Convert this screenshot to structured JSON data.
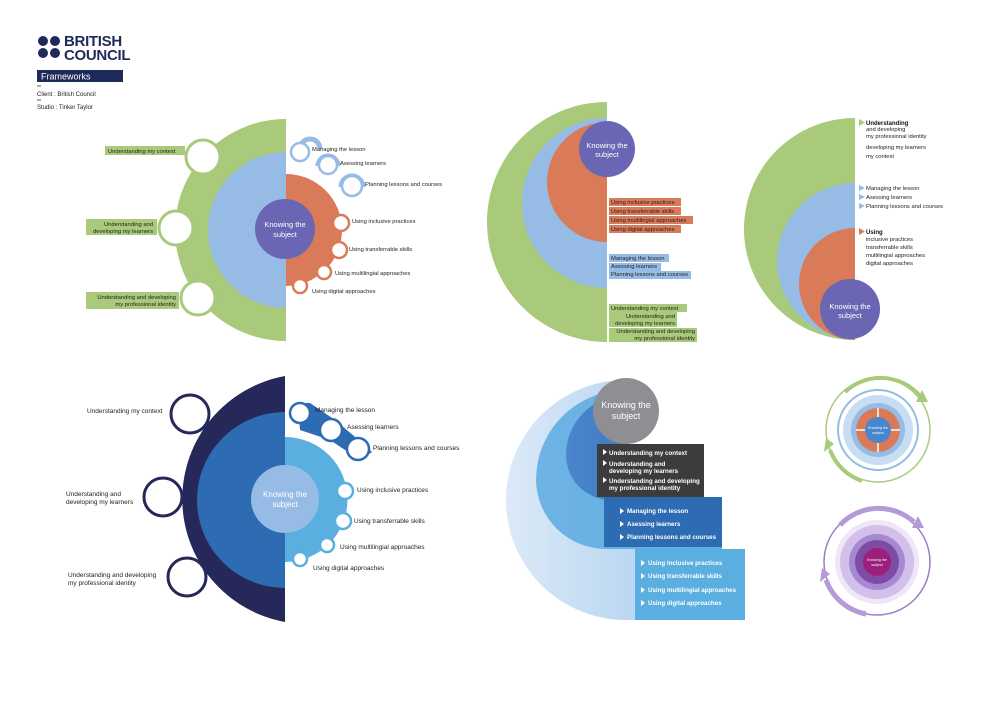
{
  "header": {
    "logo_line1": "BRITISH",
    "logo_line2": "COUNCIL",
    "section": "Frameworks",
    "client": "Client : British Council",
    "studio": "Studio : Tinker Taylor"
  },
  "center_label": [
    "Knowing the",
    "subject"
  ],
  "groups": {
    "context": {
      "labels": [
        "Understanding my context",
        "Understanding and developing my learners",
        "Understanding and developing my professional identity"
      ],
      "labels_multiline": [
        [
          "Understanding my context"
        ],
        [
          "Understanding and",
          "developing my learners"
        ],
        [
          "Understanding and developing",
          "my professional identity"
        ]
      ]
    },
    "lesson": {
      "labels": [
        "Managing the lesson",
        "Assessing learners",
        "Planning lessons and courses"
      ],
      "labels_alt": [
        "Managing the lesson",
        "Asessing learners",
        "Planning lessons and courses"
      ]
    },
    "practices": {
      "labels": [
        "Using inclusive practices",
        "Using transferrable skills",
        "Using multilingial approaches",
        "Using digital approaches"
      ]
    }
  },
  "panel3": {
    "understanding_head": "Understanding",
    "understanding_items": [
      "and developing",
      "my professional identity",
      "developing my learners",
      "my context"
    ],
    "lesson_items": [
      "Managing the lesson",
      "Asessing learners",
      "Planning lessons and courses"
    ],
    "using_head": "Using",
    "using_items": [
      "inclusive practices",
      "transferrable skills",
      "multilingial approaches",
      "digital approaches"
    ]
  },
  "colors": {
    "green": "#a9c97b",
    "light_blue": "#96bce6",
    "orange": "#d97a58",
    "purple": "#6a66b3",
    "navy": "#252858",
    "mid_blue": "#2d6bb2",
    "sky_blue": "#5aaee0",
    "dark_grey": "#3c3c3e",
    "grey": "#8f8f93",
    "pale_blue": "#c6ddf3",
    "logo_navy": "#1e2a5a"
  }
}
